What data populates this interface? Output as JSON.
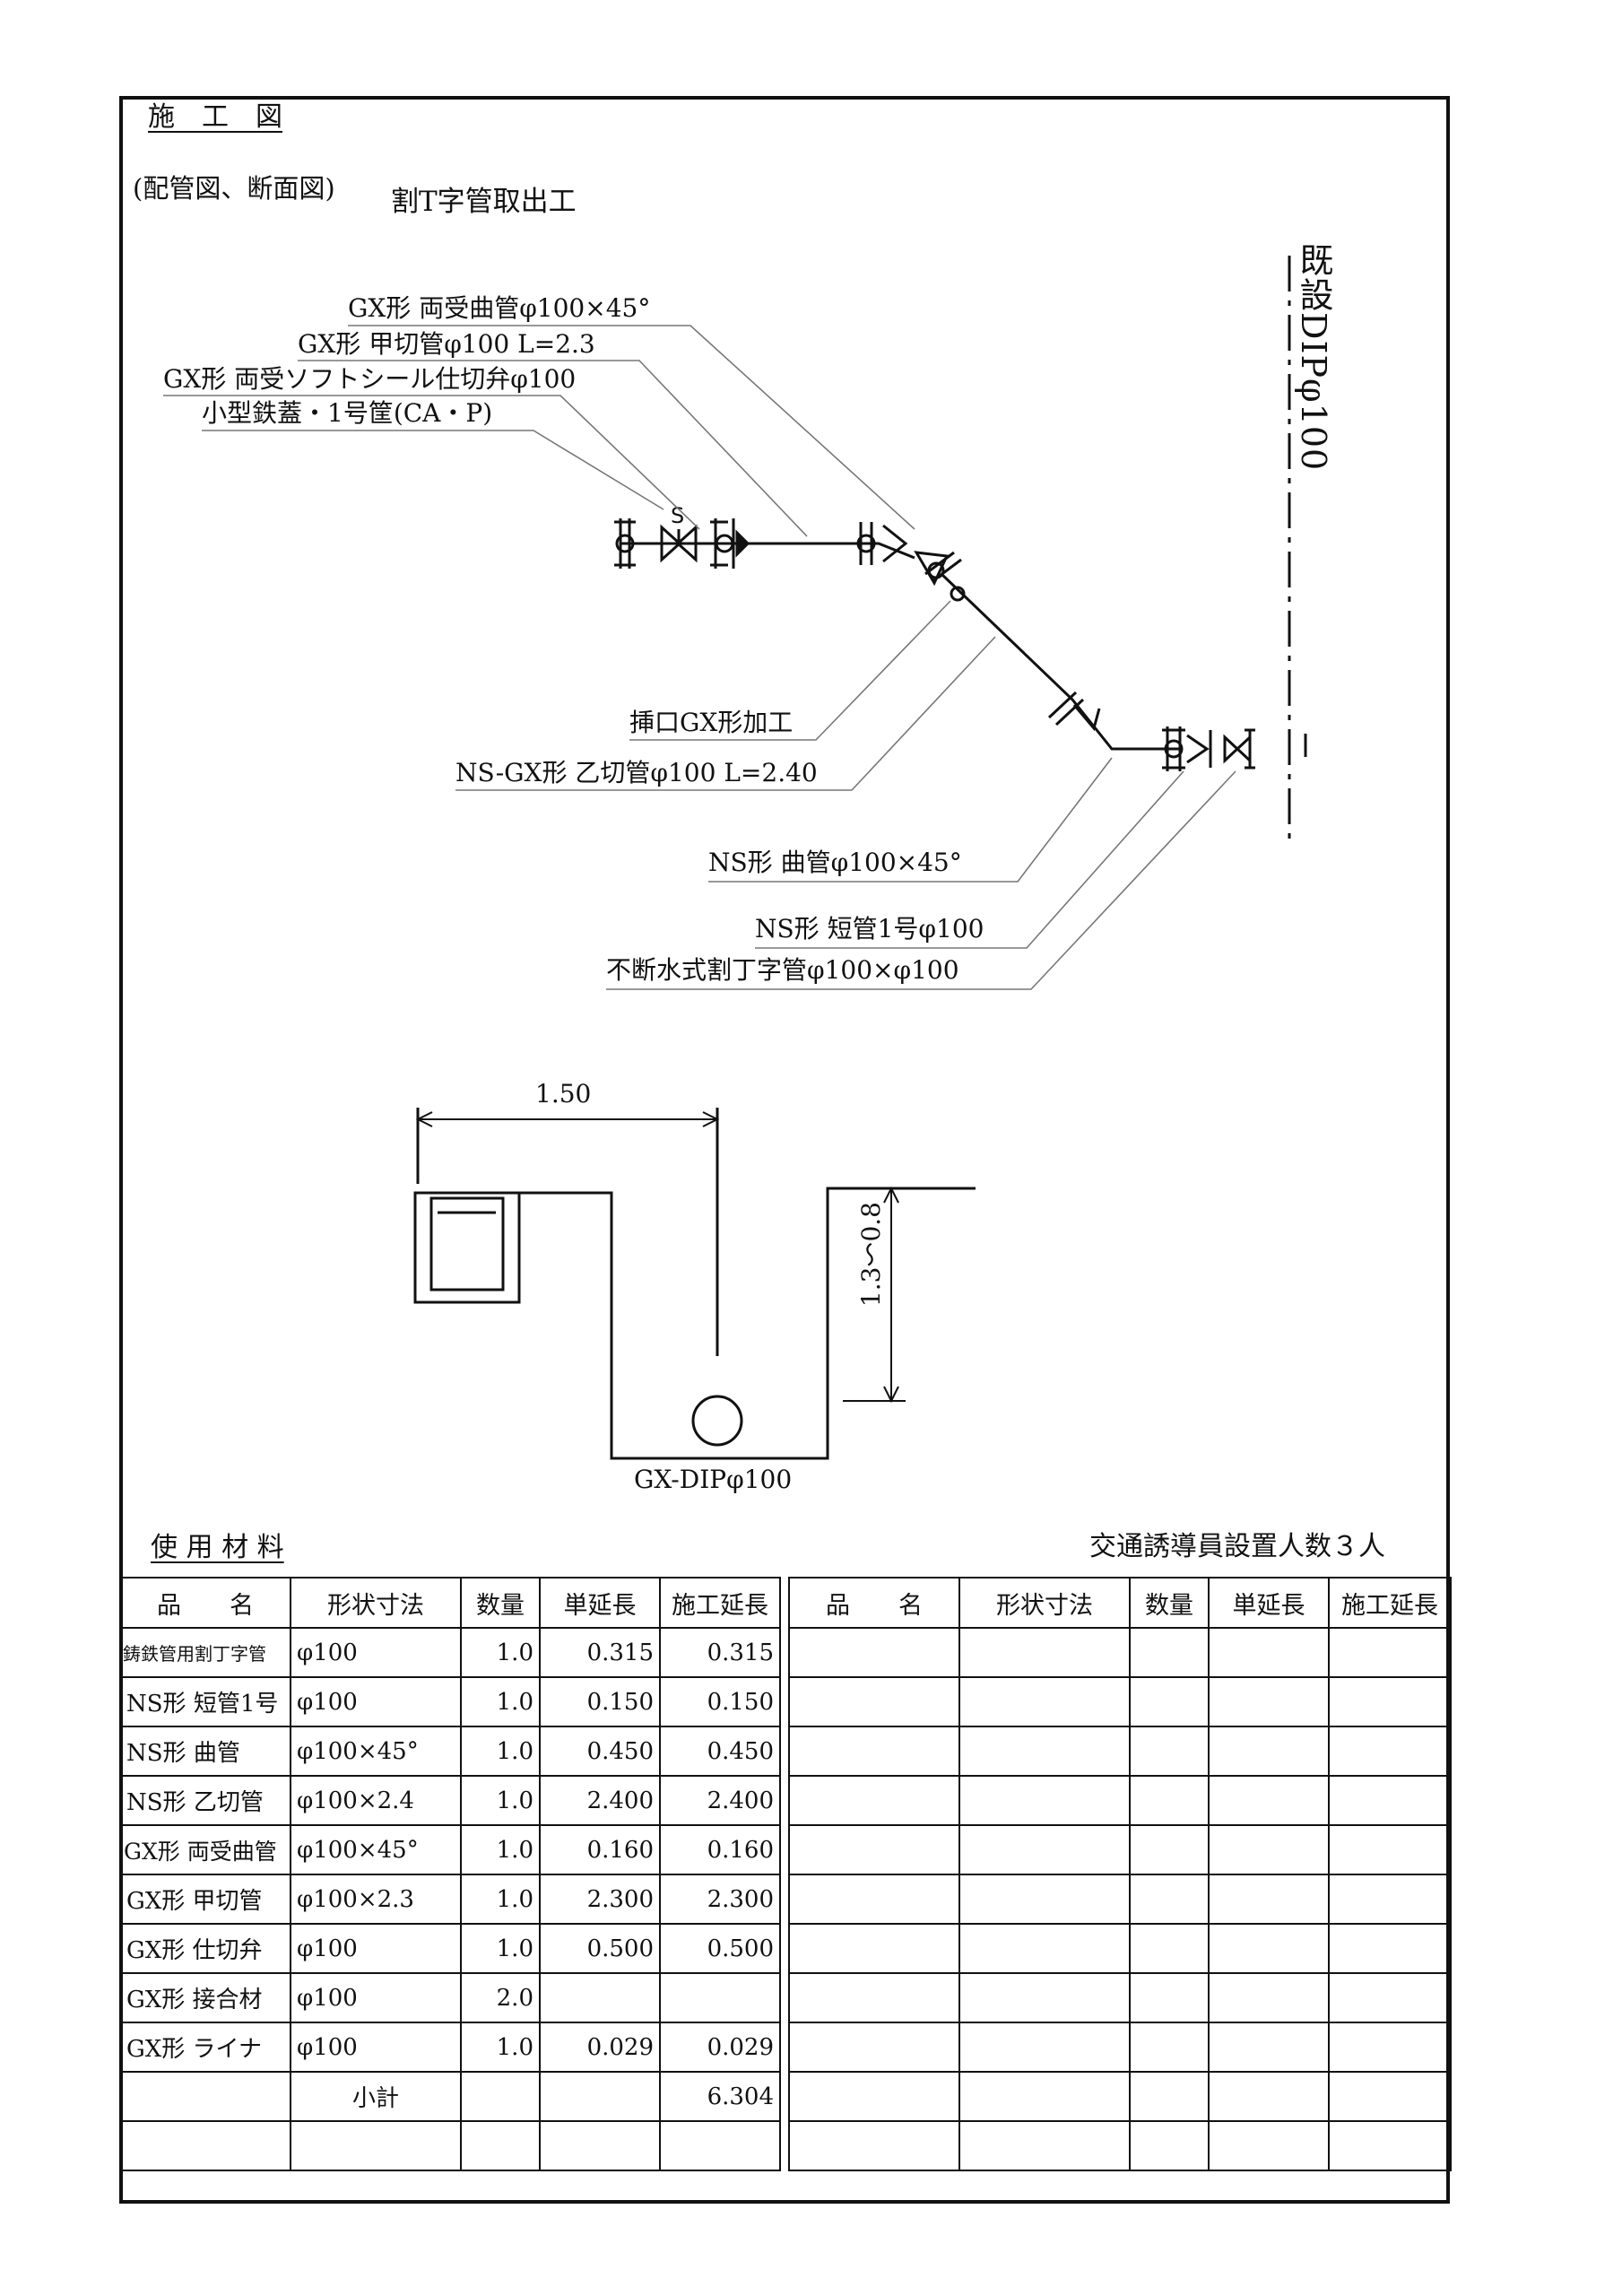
{
  "header": {
    "title": "施　工　図",
    "subtitle": "(配管図、断面図)",
    "work_name": "割T字管取出工"
  },
  "plan": {
    "existing_pipe": "既設DIPφ100",
    "valve_mark": "S",
    "callouts_top": [
      "GX形 両受曲管φ100×45°",
      "GX形 甲切管φ100 L=2.3",
      "GX形 両受ソフトシール仕切弁φ100",
      "小型鉄蓋・1号筐(CA・P)"
    ],
    "callouts_mid": [
      "挿口GX形加工",
      "NS-GX形 乙切管φ100 L=2.40"
    ],
    "callouts_bottom": [
      "NS形 曲管φ100×45°",
      "NS形 短管1号φ100",
      "不断水式割丁字管φ100×φ100"
    ]
  },
  "section": {
    "width_dim": "1.50",
    "depth_dim": "1.3～0.8",
    "pipe_label": "GX-DIPφ100"
  },
  "materials": {
    "title": "使 用 材 料",
    "guard_note": "交通誘導員設置人数３人",
    "headers": [
      "品　　名",
      "形状寸法",
      "数量",
      "単延長",
      "施工延長"
    ],
    "rows": [
      [
        "鋳鉄管用割丁字管",
        "φ100",
        "1.0",
        "0.315",
        "0.315"
      ],
      [
        "NS形 短管1号",
        "φ100",
        "1.0",
        "0.150",
        "0.150"
      ],
      [
        "NS形 曲管",
        "φ100×45°",
        "1.0",
        "0.450",
        "0.450"
      ],
      [
        "NS形 乙切管",
        "φ100×2.4",
        "1.0",
        "2.400",
        "2.400"
      ],
      [
        "GX形 両受曲管",
        "φ100×45°",
        "1.0",
        "0.160",
        "0.160"
      ],
      [
        "GX形 甲切管",
        "φ100×2.3",
        "1.0",
        "2.300",
        "2.300"
      ],
      [
        "GX形 仕切弁",
        "φ100",
        "1.0",
        "0.500",
        "0.500"
      ],
      [
        "GX形 接合材",
        "φ100",
        "2.0",
        "",
        ""
      ],
      [
        "GX形 ライナ",
        "φ100",
        "1.0",
        "0.029",
        "0.029"
      ],
      [
        "",
        "小計",
        "",
        "",
        "6.304"
      ],
      [
        "",
        "",
        "",
        "",
        ""
      ]
    ]
  }
}
